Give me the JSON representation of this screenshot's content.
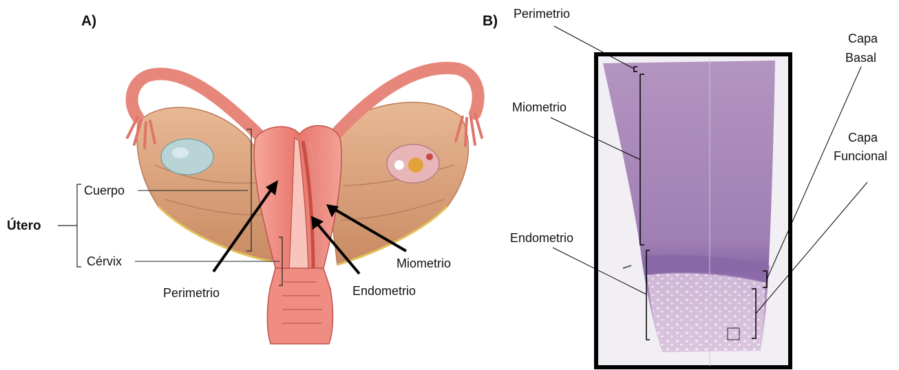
{
  "panel_a": {
    "label": "A)",
    "organ": "Útero",
    "parts": {
      "body": "Cuerpo",
      "cervix": "Cérvix"
    },
    "layers": {
      "perimetrium": "Perimetrio",
      "endometrium": "Endometrio",
      "myometrium": "Miometrio"
    }
  },
  "panel_b": {
    "label": "B)",
    "layers": {
      "perimetrium": "Perimetrio",
      "myometrium": "Miometrio",
      "endometrium": "Endometrio",
      "basal_line1": "Capa",
      "basal_line2": "Basal",
      "functional_line1": "Capa",
      "functional_line2": "Funcional"
    }
  },
  "colors": {
    "tissue_pink": "#f08f86",
    "tissue_dark": "#d0574f",
    "broad_ligament": "#d9a377",
    "ovary": "#b9d4d6",
    "histology_purple": "#a88bb8",
    "histology_light": "#e8dbe8"
  }
}
